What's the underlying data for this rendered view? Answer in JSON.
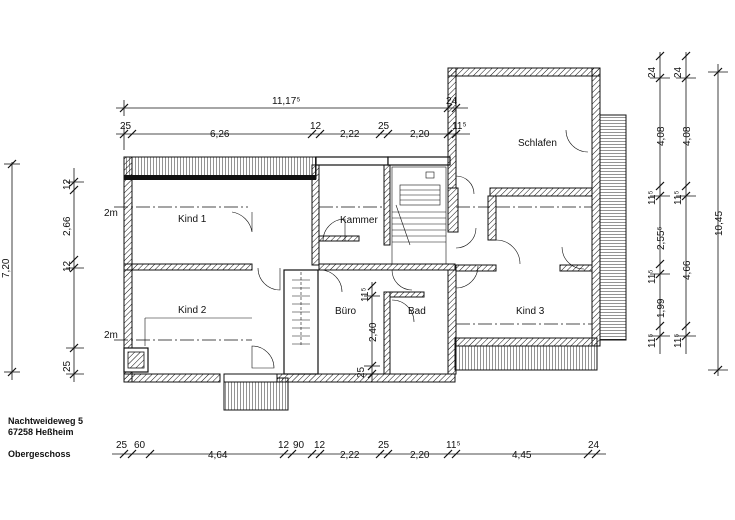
{
  "rooms": {
    "kind1": "Kind 1",
    "kind2": "Kind 2",
    "kind3": "Kind 3",
    "kammer": "Kammer",
    "buero": "Büro",
    "bad": "Bad",
    "schlafen": "Schlafen"
  },
  "slope_marks": [
    "2m",
    "2m"
  ],
  "address": {
    "street": "Nachtweideweg 5",
    "city": "67258 Heßheim",
    "floor": "Obergeschoss"
  },
  "dims_top_overall": [
    "11,17⁵",
    "24"
  ],
  "dims_top": [
    "25",
    "6,26",
    "12",
    "2,22",
    "25",
    "2,20",
    "11⁵"
  ],
  "dims_bottom": [
    "25",
    "60",
    "4,64",
    "12",
    "90",
    "12",
    "2,22",
    "25",
    "2,20",
    "11⁵",
    "4,45",
    "24"
  ],
  "dims_left": [
    "7,20",
    "12",
    "2,66",
    "12",
    "25"
  ],
  "dims_right_inner": [
    "24",
    "4,08",
    "11⁵",
    "2,55⁵",
    "11⁵",
    "1,99",
    "11⁵"
  ],
  "dims_right_outer": [
    "24",
    "4,08",
    "11⁵",
    "4,66",
    "11⁵",
    "10,45"
  ],
  "dims_interior": [
    "11⁵",
    "2,40",
    "25"
  ]
}
